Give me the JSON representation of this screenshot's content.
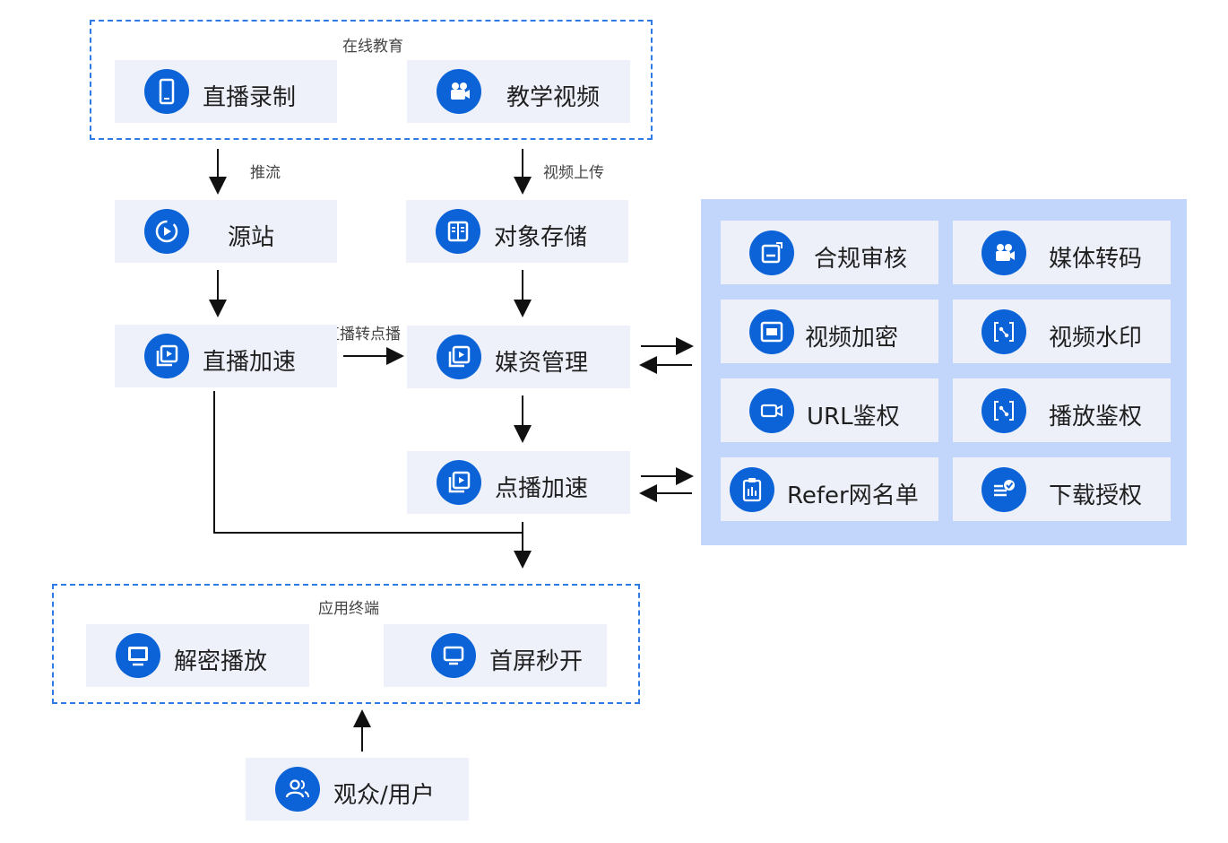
{
  "groups": {
    "online_education": "在线教育",
    "app_terminal": "应用终端"
  },
  "nodes": {
    "live_recording": "直播录制",
    "teaching_video": "教学视频",
    "origin_station": "源站",
    "object_storage": "对象存储",
    "live_acceleration": "直播加速",
    "media_management": "媒资管理",
    "vod_acceleration": "点播加速",
    "decrypt_play": "解密播放",
    "first_screen": "首屏秒开",
    "audience": "观众/用户"
  },
  "services": {
    "compliance_review": "合规审核",
    "media_transcode": "媒体转码",
    "video_encryption": "视频加密",
    "video_watermark": "视频水印",
    "url_auth": "URL鉴权",
    "play_auth": "播放鉴权",
    "refer_list": "Refer网名单",
    "download_auth": "下载授权"
  },
  "edge_labels": {
    "push_stream": "推流",
    "video_upload": "视频上传",
    "live_to_vod": "直播转点播"
  },
  "colors": {
    "accent": "#0c63d8",
    "node_bg": "#eef1fa",
    "panel_bg": "#c2d6fb",
    "dashed_border": "#2f7be6"
  }
}
